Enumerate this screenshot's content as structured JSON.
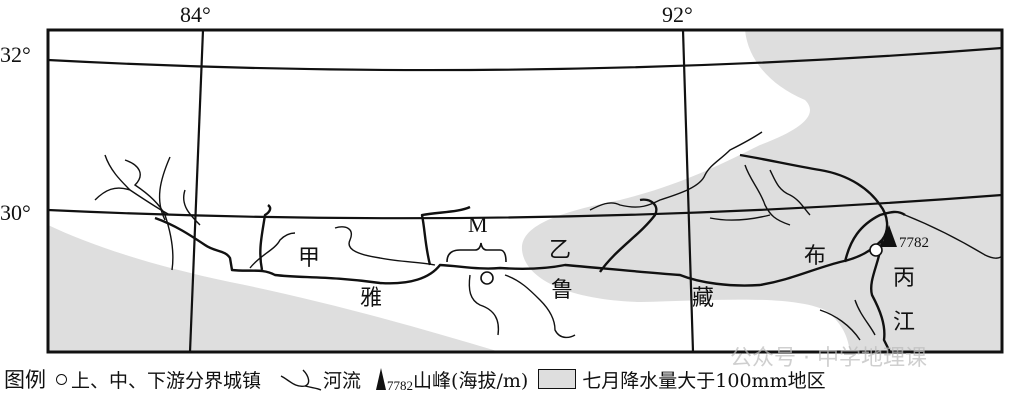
{
  "map": {
    "longitude_labels": [
      "84°",
      "92°"
    ],
    "latitude_labels": [
      "32°",
      "30°"
    ],
    "place_labels": {
      "jia": "甲",
      "ya": "雅",
      "yi": "乙",
      "lu": "鲁",
      "zang": "藏",
      "bu": "布",
      "bing": "丙",
      "jiang": "江",
      "m": "M"
    },
    "peak_elevation": "7782"
  },
  "legend": {
    "title": "图例",
    "town": "上、中、下游分界城镇",
    "river": "河流",
    "peak_sample": "7782",
    "peak": "山峰(海拔/m)",
    "rain": "七月降水量大于100mm地区"
  },
  "watermark": "公众号 · 中学地理课",
  "colors": {
    "shade": "#dedede",
    "line": "#111111"
  }
}
